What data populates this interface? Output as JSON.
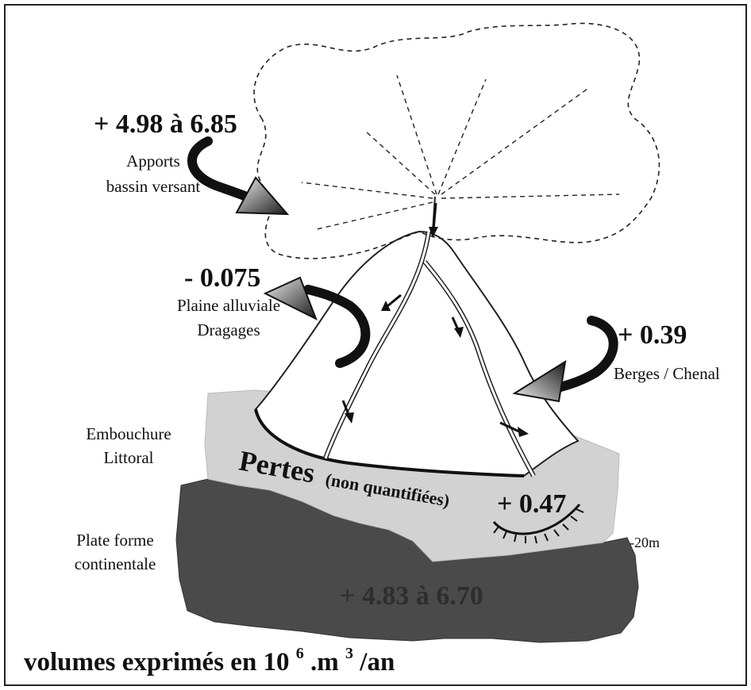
{
  "flows": {
    "watershed_value": "+ 4.98 à 6.85",
    "watershed_label_1": "Apports",
    "watershed_label_2": "bassin versant",
    "plain_value": "- 0.075",
    "plain_label_1": "Plaine alluviale",
    "plain_label_2": "Dragages",
    "banks_value": "+ 0.39",
    "banks_label": "Berges / Chenal",
    "mouth_value": "+ 0.47",
    "shelf_value": "+ 4.83 à 6.70"
  },
  "zones": {
    "mouth_label_1": "Embouchure",
    "mouth_label_2": "Littoral",
    "shelf_label_1": "Plate forme",
    "shelf_label_2": "continentale",
    "depth_label": "-20m"
  },
  "losses": {
    "title": "Pertes",
    "note": "(non quantifiées)"
  },
  "footer": {
    "text_before_exponent": "volumes exprimés en 10",
    "exponent_1": "6",
    "text_middle": " .m",
    "exponent_2": "3",
    "text_end": "/an"
  },
  "colors": {
    "shelf": "#4a4a4a",
    "mouth_zone": "#d2d2d2",
    "arrow_dark": "#1a1a1a",
    "arrow_light": "#e6e6e6"
  }
}
